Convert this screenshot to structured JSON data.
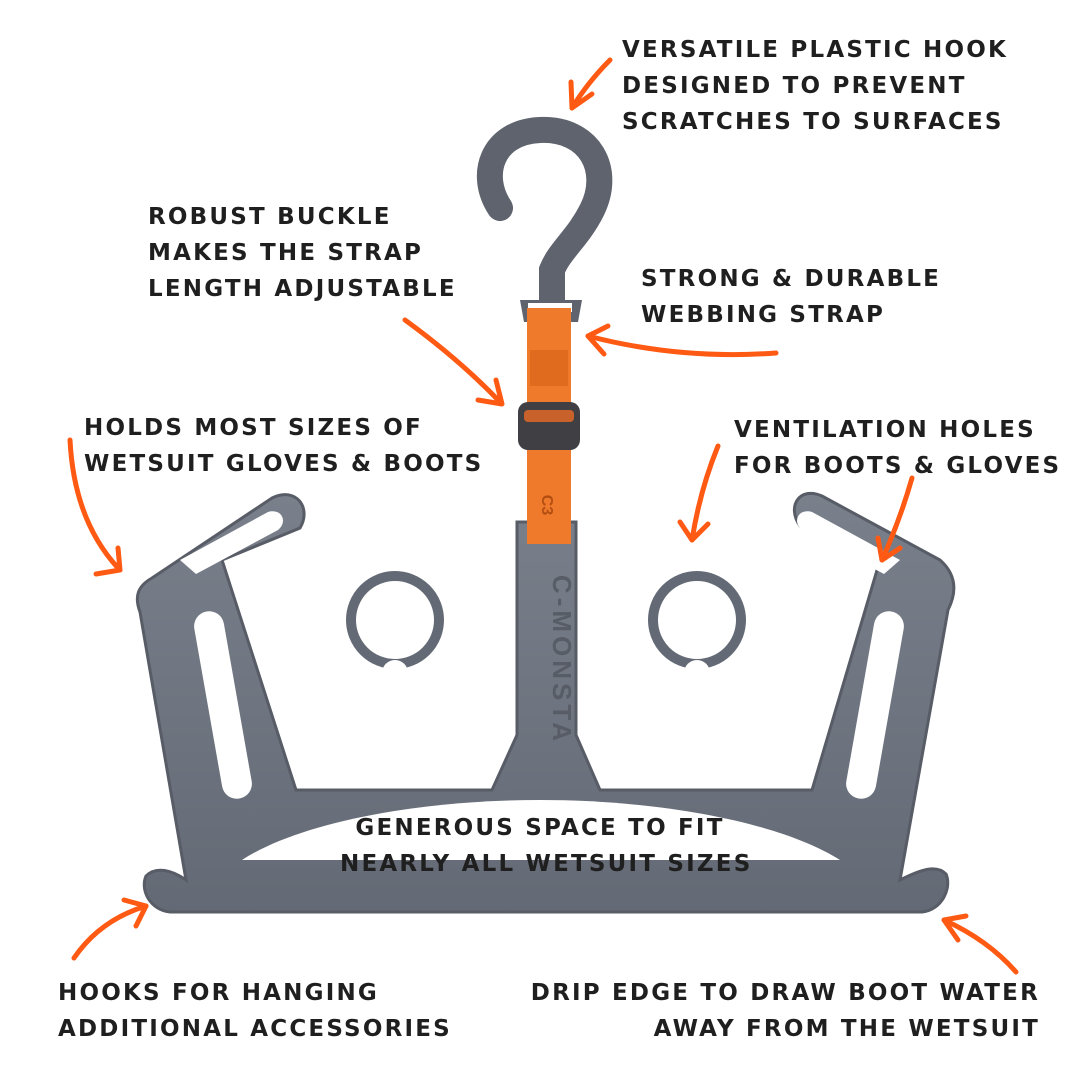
{
  "colors": {
    "hanger": "#6e7480",
    "hanger_edge": "#575c66",
    "strap": "#f07a2c",
    "arrow": "#ff5a14",
    "text": "#1f1f1f"
  },
  "product": {
    "brand_mark": "C-MONSTA",
    "strap_logo": "C3"
  },
  "callouts": {
    "hook": {
      "lines": [
        "VERSATILE PLASTIC HOOK",
        "DESIGNED TO PREVENT",
        "SCRATCHES TO SURFACES"
      ]
    },
    "buckle": {
      "lines": [
        "ROBUST BUCKLE",
        "MAKES THE STRAP",
        "LENGTH ADJUSTABLE"
      ]
    },
    "strap": {
      "lines": [
        "STRONG & DURABLE",
        "WEBBING STRAP"
      ]
    },
    "gloves": {
      "lines": [
        "HOLDS MOST SIZES OF",
        "WETSUIT GLOVES & BOOTS"
      ]
    },
    "ventilation": {
      "lines": [
        "VENTILATION HOLES",
        "FOR BOOTS & GLOVES"
      ]
    },
    "space": {
      "lines": [
        "GENEROUS SPACE TO FIT",
        "NEARLY ALL WETSUIT SIZES"
      ]
    },
    "accessories": {
      "lines": [
        "HOOKS FOR HANGING",
        "ADDITIONAL ACCESSORIES"
      ]
    },
    "drip": {
      "lines": [
        "DRIP EDGE TO DRAW BOOT WATER",
        "AWAY FROM THE WETSUIT"
      ]
    }
  }
}
